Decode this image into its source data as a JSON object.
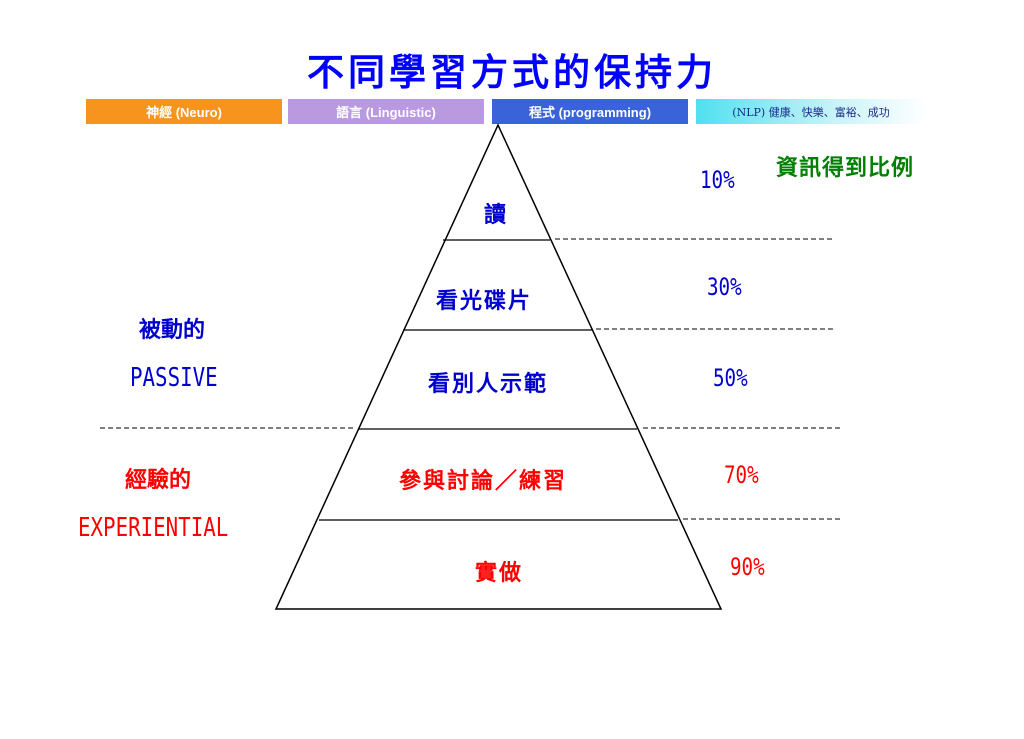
{
  "title": "不同學習方式的保持力",
  "tabs": [
    {
      "label": "神經 (Neuro)"
    },
    {
      "label": "語言 (Linguistic)"
    },
    {
      "label": "程式 (programming)"
    },
    {
      "label": "(NLP) 健康、快樂、富裕、成功"
    }
  ],
  "retention_header": "資訊得到比例",
  "levels": [
    {
      "label": "讀",
      "percent": "10%"
    },
    {
      "label": "看光碟片",
      "percent": "30%"
    },
    {
      "label": "看別人示範",
      "percent": "50%"
    },
    {
      "label": "參與討論／練習",
      "percent": "70%"
    },
    {
      "label": "實做",
      "percent": "90%"
    }
  ],
  "groups": {
    "passive": {
      "zh": "被動的",
      "en": "PASSIVE"
    },
    "experiential": {
      "zh": "經驗的",
      "en": "EXPERIENTIAL"
    }
  },
  "colors": {
    "title": "#0000ff",
    "passive": "#0000cc",
    "experiential": "#ff0000",
    "header": "#008000"
  }
}
